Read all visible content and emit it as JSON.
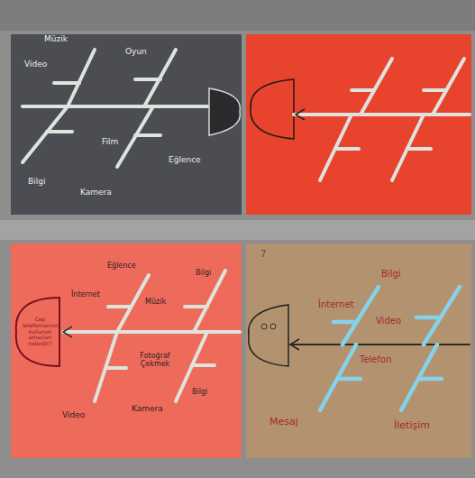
{
  "diagram": {
    "nodes": [
      {
        "text": [
          "Cep telefonlarının kullanım amaçları nelerdir?"
        ]
      }
    ],
    "labels": [
      "Müzik",
      "Video",
      "Oyun",
      "Bilgi",
      "Film",
      "Kamera",
      "Eğlence",
      "İnternet",
      "Müzik",
      "Eğlence",
      "Bilgi",
      "Fotoğraf Çekmek",
      "Video",
      "Kamera",
      "Bilgi",
      "7",
      "Bilgi",
      "İnternet",
      "Video",
      "Telefon",
      "Mesaj",
      "İletişim"
    ]
  }
}
